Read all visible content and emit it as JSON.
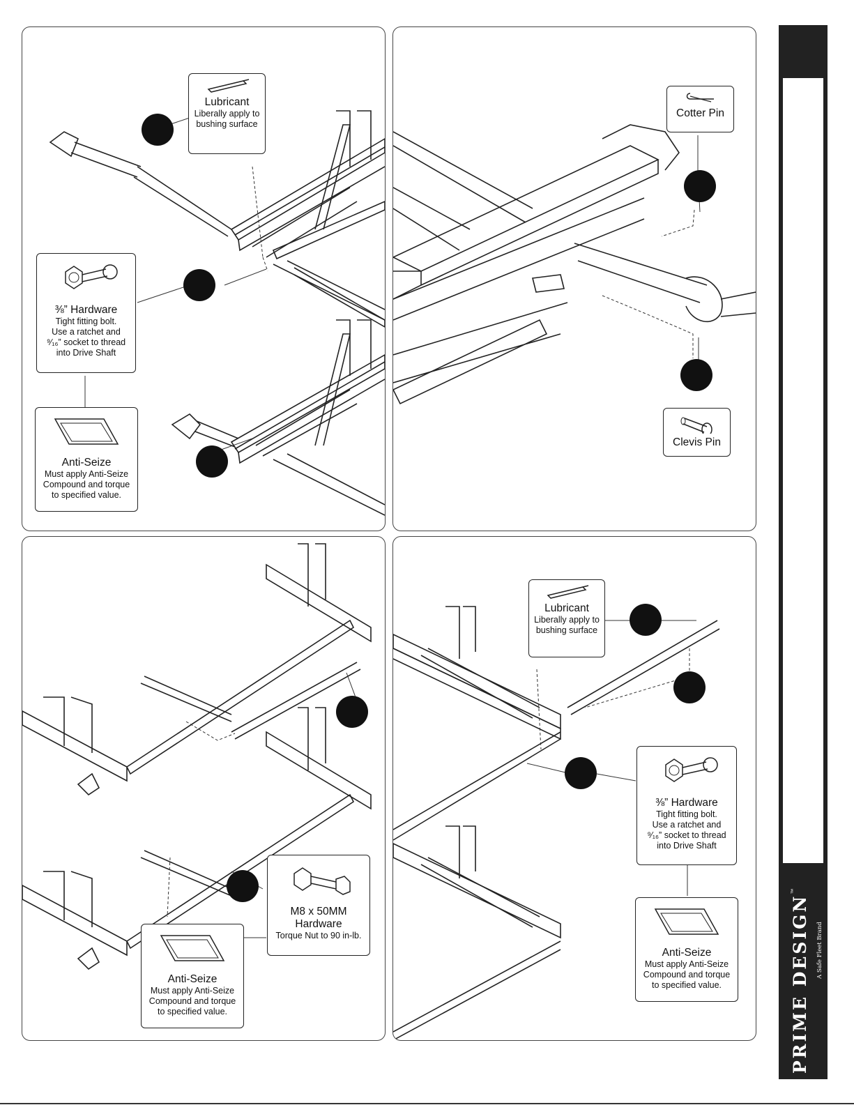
{
  "panels": {
    "p1": {
      "lubricant": {
        "title": "Lubricant",
        "desc1": "Liberally apply to",
        "desc2": "bushing surface"
      },
      "hardware": {
        "title": "⅜” Hardware",
        "l1": "Tight fitting bolt.",
        "l2": "Use a ratchet and",
        "l3": "⁹⁄₁₆” socket to thread",
        "l4": "into Drive Shaft"
      },
      "antiseize": {
        "title": "Anti-Seize",
        "l1": "Must apply Anti-Seize",
        "l2": "Compound and torque",
        "l3": "to specified value."
      }
    },
    "p2": {
      "cotter": {
        "title": "Cotter Pin"
      },
      "clevis": {
        "title": "Clevis Pin"
      }
    },
    "p3": {
      "m8": {
        "title1": "M8 x 50MM",
        "title2": "Hardware",
        "desc": "Torque Nut to 90 in-lb."
      },
      "antiseize": {
        "title": "Anti-Seize",
        "l1": "Must apply Anti-Seize",
        "l2": "Compound and torque",
        "l3": "to specified value."
      }
    },
    "p4": {
      "lubricant": {
        "title": "Lubricant",
        "desc1": "Liberally apply to",
        "desc2": "bushing surface"
      },
      "hardware": {
        "title": "⅜” Hardware",
        "l1": "Tight fitting bolt.",
        "l2": "Use a ratchet and",
        "l3": "⁹⁄₁₆” socket to thread",
        "l4": "into Drive Shaft"
      },
      "antiseize": {
        "title": "Anti-Seize",
        "l1": "Must apply Anti-Seize",
        "l2": "Compound and torque",
        "l3": "to specified value."
      }
    }
  },
  "brand": {
    "name": "PRIME DESIGN",
    "tm": "™",
    "tagline": "A Safe Fleet Brand"
  }
}
